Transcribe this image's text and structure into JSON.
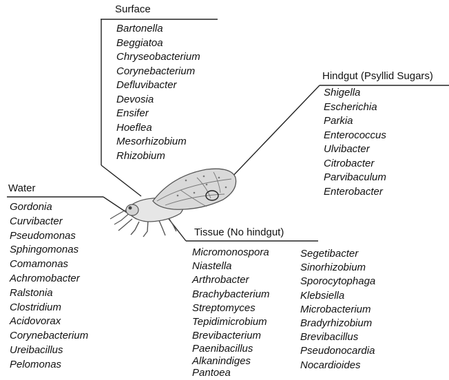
{
  "groups": {
    "surface": {
      "title": "Surface",
      "taxa": [
        "Bartonella",
        "Beggiatoa",
        "Chryseobacterium",
        "Corynebacterium",
        "Defluvibacter",
        "Devosia",
        "Ensifer",
        "Hoeflea",
        "Mesorhizobium",
        "Rhizobium"
      ]
    },
    "hindgut": {
      "title": "Hindgut (Psyllid Sugars)",
      "taxa": [
        "Shigella",
        "Escherichia",
        "Parkia",
        "Enterococcus",
        "Ulvibacter",
        "Citrobacter",
        "Parvibaculum",
        "Enterobacter"
      ]
    },
    "water": {
      "title": "Water",
      "taxa": [
        "Gordonia",
        "Curvibacter",
        "Pseudomonas",
        "Sphingomonas",
        "Comamonas",
        "Achromobacter",
        "Ralstonia",
        "Clostridium",
        "Acidovorax",
        "Corynebacterium",
        "Ureibacillus",
        "Pelomonas"
      ]
    },
    "tissue": {
      "title": "Tissue (No hindgut)",
      "taxa_col1": [
        "Micromonospora",
        "Niastella",
        "Arthrobacter",
        "Brachybacterium",
        "Streptomyces",
        "Tepidimicrobium",
        "Brevibacterium",
        "Paenibacillus",
        "Alkanindiges",
        "Pantoea"
      ],
      "taxa_col2": [
        "Segetibacter",
        "Sinorhizobium",
        "Sporocytophaga",
        "Klebsiella",
        "Microbacterium",
        "Bradyrhizobium",
        "Brevibacillus",
        "Pseudonocardia",
        "Nocardioides"
      ]
    }
  },
  "colors": {
    "line": "#222222",
    "insect_fill": "#e6e6e6",
    "insect_stroke": "#555555",
    "wing_fill": "#d9d9d9"
  },
  "icons": {
    "insect": "psyllid-insect-icon"
  }
}
